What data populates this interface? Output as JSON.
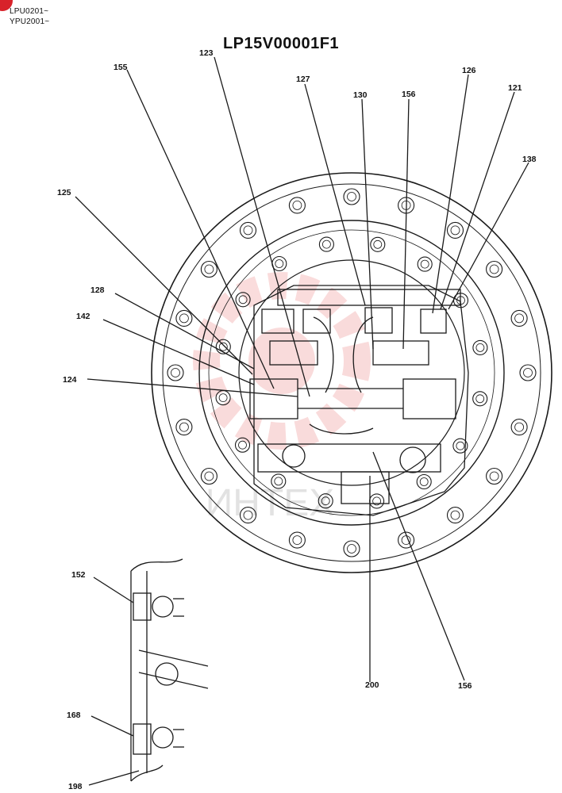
{
  "serials": [
    "LPU0201~",
    "YPU2001~"
  ],
  "title": "LP15V00001F1",
  "watermark": "ИНТЕХ",
  "callouts": {
    "c155": "155",
    "c123": "123",
    "c127": "127",
    "c130": "130",
    "c156a": "156",
    "c126": "126",
    "c121": "121",
    "c138": "138",
    "c125": "125",
    "c128": "128",
    "c142": "142",
    "c124": "124",
    "c152": "152",
    "c168": "168",
    "c198": "198",
    "c200": "200",
    "c156b": "156"
  },
  "colors": {
    "line": "#1a1a1a",
    "watermark": "#e23b3b",
    "corner_mark": "#d8222a"
  }
}
